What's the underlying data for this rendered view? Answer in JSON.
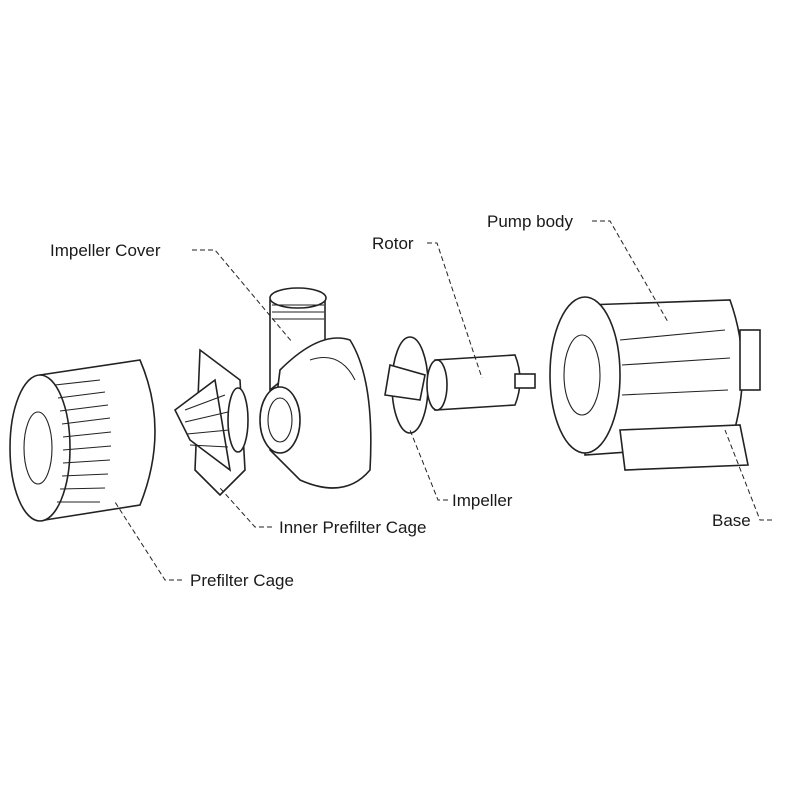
{
  "labels": {
    "impeller_cover": "Impeller Cover",
    "rotor": "Rotor",
    "pump_body": "Pump body",
    "impeller": "Impeller",
    "base": "Base",
    "inner_prefilter_cage": "Inner Prefilter Cage",
    "prefilter_cage": "Prefilter Cage"
  }
}
